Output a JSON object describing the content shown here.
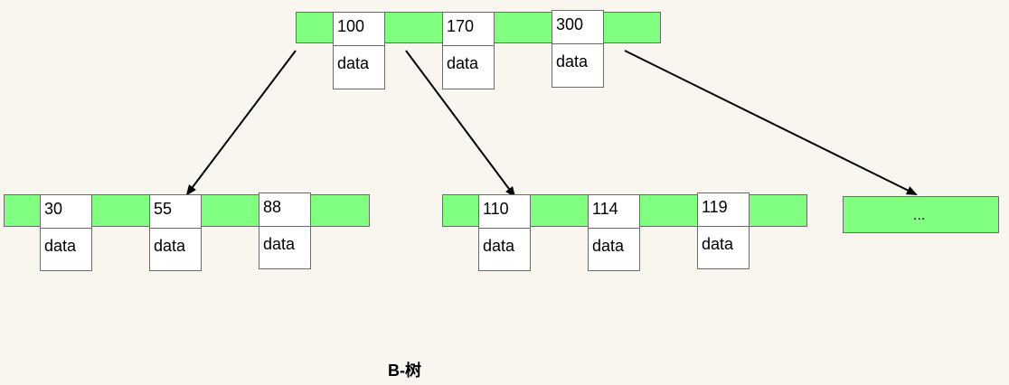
{
  "root": {
    "keys": [
      {
        "key": "100",
        "data": "data"
      },
      {
        "key": "170",
        "data": "data"
      },
      {
        "key": "300",
        "data": "data"
      }
    ]
  },
  "children": [
    {
      "keys": [
        {
          "key": "30",
          "data": "data"
        },
        {
          "key": "55",
          "data": "data"
        },
        {
          "key": "88",
          "data": "data"
        }
      ]
    },
    {
      "keys": [
        {
          "key": "110",
          "data": "data"
        },
        {
          "key": "114",
          "data": "data"
        },
        {
          "key": "119",
          "data": "data"
        }
      ]
    },
    {
      "placeholder": "..."
    }
  ],
  "caption": "B-树",
  "colors": {
    "node_fill": "#80ff80",
    "cell_fill": "#ffffff",
    "border": "#6a6a6a",
    "arrow": "#000000",
    "background": "#f9f6f0"
  }
}
